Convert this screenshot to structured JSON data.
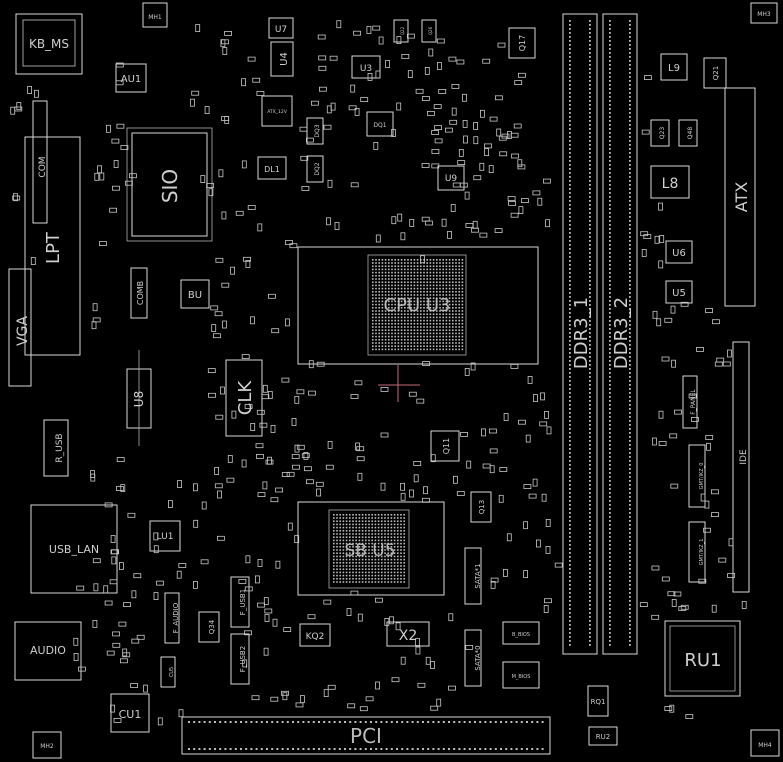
{
  "board": {
    "title": "",
    "background": "#000000",
    "outline_color": "#d8d8d8",
    "marker_color": "#c86a7a",
    "components": {
      "kb_ms": "KB_MS",
      "mh1": "MH1",
      "mh2": "MH2",
      "mh3": "MH3",
      "mh4": "MH4",
      "au1": "AU1",
      "sio": "SIO",
      "com": "COM",
      "lpt": "LPT",
      "vga": "VGA",
      "com_b": "COMB",
      "bu": "BU",
      "u8": "U8",
      "r_usb": "R_USB",
      "usb_lan": "USB_LAN",
      "lu1": "LU1",
      "audio": "AUDIO",
      "f_audio": "F_AUDIO",
      "q34": "Q34",
      "f_usb1": "F_USB1",
      "f_usb2": "F_USB2",
      "cu1": "CU1",
      "clk": "CLK",
      "u7": "U7",
      "u4": "U4",
      "u3": "U3",
      "atx_12v": "ATX_12V",
      "dl1": "DL1",
      "dq3": "DQ3",
      "dq2": "DQ2",
      "dq1": "DQ1",
      "q22": "Q22",
      "q26": "Q26",
      "q17": "Q17",
      "u9": "U9",
      "cpu": "CPU U3",
      "q11": "Q11",
      "q13": "Q13",
      "sb": "SB U5",
      "kq2": "KQ2",
      "x2": "X2",
      "sata1": "SATA*1",
      "sata0": "SATA*0",
      "b_bios": "B_BIOS",
      "m_bios": "M_BIOS",
      "pci": "PCI",
      "ddr3_1": "DDR3_1",
      "ddr3_2": "DDR3_2",
      "rq1": "RQ1",
      "ru2": "RU2",
      "ru1": "RU1",
      "l9": "L9",
      "q21": "Q21",
      "q23": "Q23",
      "q48": "Q48",
      "l8": "L8",
      "atx": "ATX",
      "u6": "U6",
      "u5": "U5",
      "f_panel": "F_PANEL",
      "ide": "IDE",
      "gmt0": "GMT/IKZ_0",
      "gmt1": "GMT/IKZ_1",
      "cu5": "CU5"
    }
  }
}
